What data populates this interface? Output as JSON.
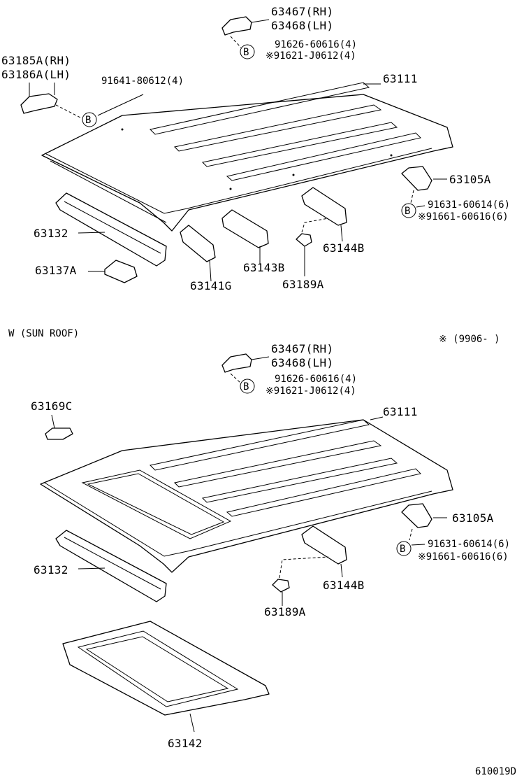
{
  "diagram": {
    "top": {
      "bracket_front": {
        "line1": "63467(RH)",
        "line2": "63468(LH)"
      },
      "bolt_front": {
        "circle": "B",
        "line1": "91626-60616(4)",
        "line2": "※91621-J0612(4)"
      },
      "bracket_side": {
        "line1": "63185A(RH)",
        "line2": "63186A(LH)"
      },
      "bolt_side": {
        "text": "91641-80612(4)",
        "circle": "B"
      },
      "roof_panel": "63111",
      "bracket_rear": "63105A",
      "bolt_rear": {
        "circle": "B",
        "line1": "91631-60614(6)",
        "line2": "※91661-60616(6)"
      },
      "front_header": "63132",
      "small_bracket": "63137A",
      "bow_front": "63141G",
      "bow_mid": "63143B",
      "bow_rear": "63144B",
      "nut_plate": "63189A"
    },
    "section_title": "W (SUN ROOF)",
    "date_note": "※ (9906-      )",
    "bottom": {
      "bracket_front": {
        "line1": "63467(RH)",
        "line2": "63468(LH)"
      },
      "bolt_front": {
        "circle": "B",
        "line1": "91626-60616(4)",
        "line2": "※91621-J0612(4)"
      },
      "side_bracket": "63169C",
      "roof_panel": "63111",
      "bracket_rear": "63105A",
      "bolt_rear": {
        "circle": "B",
        "line1": "91631-60614(6)",
        "line2": "※91661-60616(6)"
      },
      "front_header": "63132",
      "bow_rear": "63144B",
      "nut_plate": "63189A",
      "sunroof_frame": "63142"
    },
    "figure_id": "610019D"
  }
}
